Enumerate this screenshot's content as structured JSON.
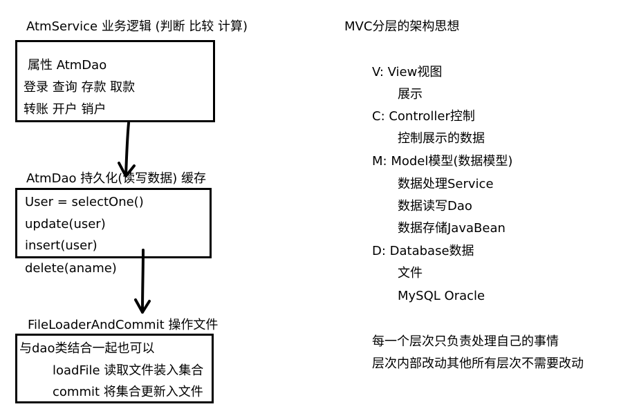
{
  "left": {
    "service": {
      "title": "AtmService 业务逻辑 (判断 比较 计算)",
      "lines": [
        "属性 AtmDao",
        "登录 查询 存款 取款",
        "转账 开户 销户"
      ]
    },
    "dao": {
      "title": "AtmDao 持久化(读写数据) 缓存",
      "lines": [
        "User = selectOne()",
        "update(user)",
        "insert(user)"
      ],
      "extra": "delete(aname)"
    },
    "file": {
      "title": "FileLoaderAndCommit  操作文件",
      "lines": [
        "与dao类结合一起也可以",
        "loadFile 读取文件装入集合",
        "commit 将集合更新入文件"
      ]
    }
  },
  "right": {
    "title": "MVC分层的架构思想",
    "items": [
      "V:  View视图",
      "展示",
      "C:  Controller控制",
      "控制展示的数据",
      "M: Model模型(数据模型)",
      "数据处理Service",
      "数据读写Dao",
      "数据存储JavaBean",
      "D: Database数据",
      "文件",
      "MySQL  Oracle"
    ],
    "notes": [
      "每一个层次只负责处理自己的事情",
      "层次内部改动其他所有层次不需要改动"
    ]
  }
}
